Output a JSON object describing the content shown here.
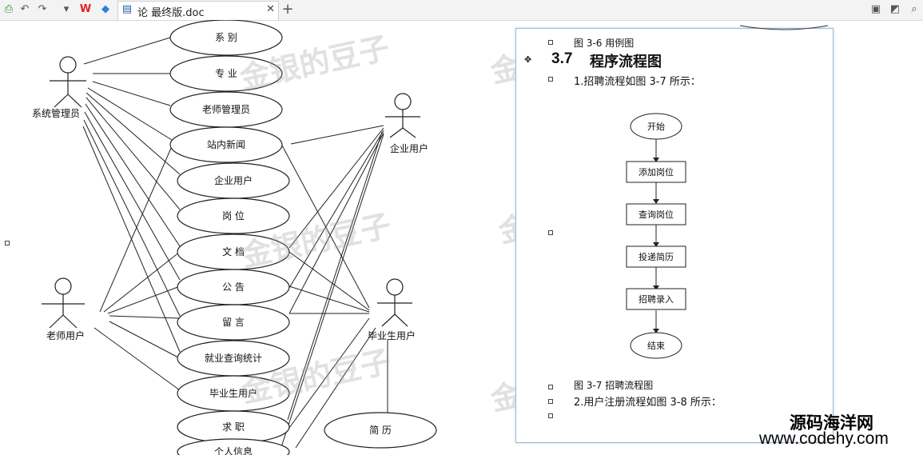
{
  "toolbar": {
    "tab_title": "论   最终版.doc",
    "icons": [
      "preview-icon",
      "undo-icon",
      "redo-icon",
      "dropdown-icon",
      "wps-logo-icon",
      "cube-icon",
      "doc-icon",
      "close-icon",
      "plus-icon",
      "present-icon",
      "paint-icon",
      "search-icon"
    ]
  },
  "usecase": {
    "ellipses": [
      "系 别",
      "专 业",
      "老师管理员",
      "站内新闻",
      "企业用户",
      "岗 位",
      "文 档",
      "公 告",
      "留 言",
      "就业查询统计",
      "毕业生用户",
      "求 职",
      "个人信息",
      "简 历"
    ],
    "actors": [
      "系统管理员",
      "老师用户",
      "企业用户",
      "毕业生用户"
    ]
  },
  "watermark": "金银的豆子",
  "doc": {
    "caption1": "图 3-6 用例图",
    "heading_num": "3.7",
    "heading": "程序流程图",
    "para1": "1.招聘流程如图 3-7 所示：",
    "flow": [
      "开始",
      "添加岗位",
      "查询岗位",
      "投递简历",
      "招聘录入",
      "结束"
    ],
    "caption2": "图 3-7 招聘流程图",
    "para2": "2.用户注册流程如图 3-8 所示："
  },
  "brand": {
    "name": "源码海洋网",
    "url": "www.codehy.com"
  }
}
